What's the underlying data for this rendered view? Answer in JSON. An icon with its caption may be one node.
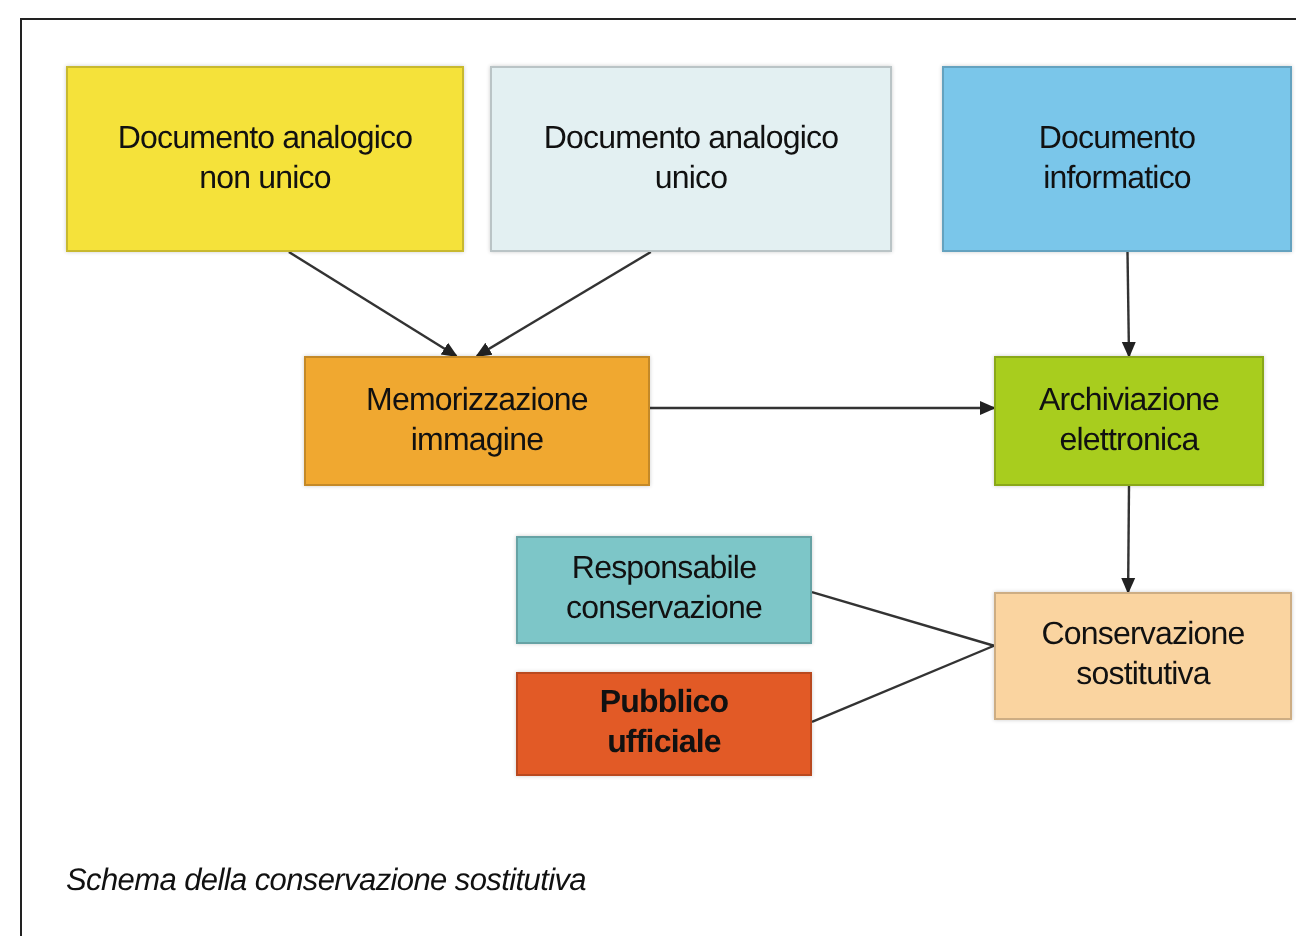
{
  "diagram": {
    "caption": "Schema della conservazione sostitutiva",
    "nodes": [
      {
        "text": [
          "Documento analogico non unico"
        ]
      },
      {
        "text": [
          "Documento analogico unico"
        ]
      },
      {
        "text": [
          "Documento informatico"
        ]
      },
      {
        "text": [
          "Memorizzazione immagine"
        ]
      },
      {
        "text": [
          "Archiviazione elettronica"
        ]
      },
      {
        "text": [
          "Responsabile conservazione"
        ]
      },
      {
        "text": [
          "Pubblico ufficiale"
        ]
      },
      {
        "text": [
          "Conservazione sostitutiva"
        ]
      }
    ],
    "edges": [
      {
        "from": 0,
        "to": 3,
        "arrow": "to"
      },
      {
        "from": 1,
        "to": 3,
        "arrow": "to"
      },
      {
        "from": 2,
        "to": 4,
        "arrow": "to"
      },
      {
        "from": 3,
        "to": 4,
        "arrow": "to"
      },
      {
        "from": 4,
        "to": 7,
        "arrow": "to"
      },
      {
        "from": 5,
        "to": 7,
        "arrow": "none"
      },
      {
        "from": 6,
        "to": 7,
        "arrow": "none"
      }
    ]
  }
}
